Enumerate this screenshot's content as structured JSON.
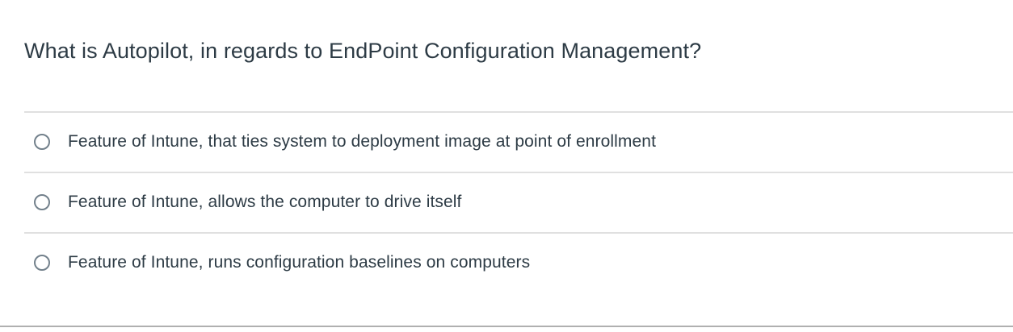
{
  "question": {
    "prompt": "What is Autopilot, in regards to EndPoint Configuration Management?",
    "options": [
      {
        "label": "Feature of Intune, that ties system to deployment image at point of enrollment",
        "icon": "radio-unchecked-icon",
        "selected": false
      },
      {
        "label": "Feature of Intune, allows the computer to drive itself",
        "icon": "radio-unchecked-icon",
        "selected": false
      },
      {
        "label": "Feature of Intune, runs configuration baselines on computers",
        "icon": "radio-unchecked-icon",
        "selected": false
      }
    ]
  },
  "colors": {
    "background": "#ffffff",
    "text": "#2d3b45",
    "divider": "#e0e0e0",
    "bottom_rule": "#b0b0b0",
    "radio_border": "#73818c"
  }
}
